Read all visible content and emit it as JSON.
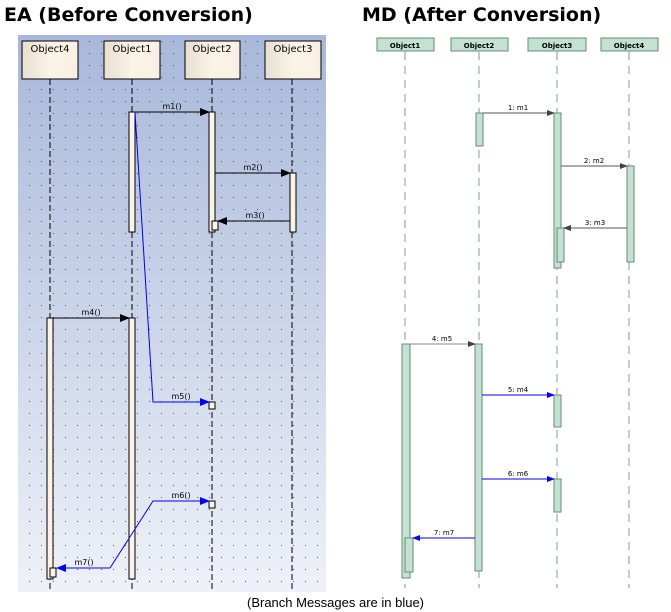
{
  "ea": {
    "title": "EA (Before Conversion)",
    "objects": [
      "Object4",
      "Object1",
      "Object2",
      "Object3"
    ],
    "messages": {
      "m1": "m1()",
      "m2": "m2()",
      "m3": "m3()",
      "m4": "m4()",
      "m5": "m5()",
      "m6": "m6()",
      "m7": "m7()"
    }
  },
  "md": {
    "title": "MD (After Conversion)",
    "objects": [
      "Object1",
      "Object2",
      "Object3",
      "Object4"
    ],
    "messages": {
      "m1": "1: m1",
      "m2": "2: m2",
      "m3": "3: m3",
      "m5": "4: m5",
      "m4": "5: m4",
      "m6": "6: m6",
      "m7": "7: m7"
    }
  },
  "caption": "(Branch Messages are in blue)",
  "colors": {
    "branch": "#0000ff",
    "ea_object": "#f8f0e2",
    "md_object": "#c4e2d2"
  }
}
